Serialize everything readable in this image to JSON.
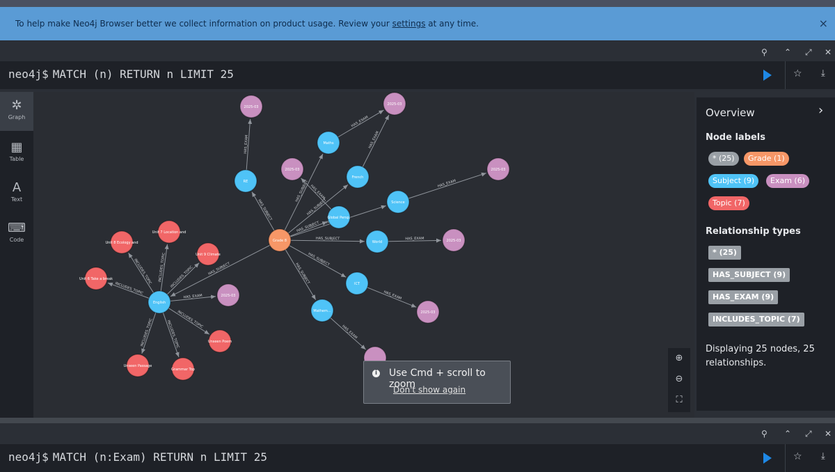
{
  "banner": {
    "text_before": "To help make Neo4j Browser better we collect information on product usage. Review your ",
    "link": "settings",
    "text_after": " at any time.",
    "close_icon": "×"
  },
  "frame1": {
    "prompt": "neo4j$",
    "query": "MATCH (n) RETURN n LIMIT 25",
    "controls": [
      "pin-icon",
      "collapse-icon",
      "expand-icon",
      "close-icon"
    ]
  },
  "frame2": {
    "prompt": "neo4j$",
    "query": "MATCH (n:Exam) RETURN n LIMIT 25"
  },
  "sidebar": {
    "items": [
      {
        "label": "Graph",
        "icon": "graph-icon",
        "glyph": "✲"
      },
      {
        "label": "Table",
        "icon": "table-icon",
        "glyph": "▦"
      },
      {
        "label": "Text",
        "icon": "text-icon",
        "glyph": "A"
      },
      {
        "label": "Code",
        "icon": "code-icon",
        "glyph": "⌨"
      }
    ]
  },
  "tooltip": {
    "message": "Use Cmd + scroll to zoom",
    "dismiss": "Don't show again"
  },
  "overview": {
    "title": "Overview",
    "node_labels_heading": "Node labels",
    "node_labels": [
      {
        "text": "* (25)",
        "color": "#9aa0a6"
      },
      {
        "text": "Grade (1)",
        "color": "#f79767"
      },
      {
        "text": "Subject (9)",
        "color": "#4fc3f7"
      },
      {
        "text": "Exam (6)",
        "color": "#c990c0"
      },
      {
        "text": "Topic (7)",
        "color": "#f16667"
      }
    ],
    "rel_types_heading": "Relationship types",
    "rel_types": [
      "* (25)",
      "HAS_SUBJECT (9)",
      "HAS_EXAM (9)",
      "INCLUDES_TOPIC (7)"
    ],
    "display_text": "Displaying 25 nodes, 25 relationships."
  },
  "colors": {
    "grade": "#f79767",
    "subject": "#4fc3f7",
    "exam": "#c990c0",
    "topic": "#f16667",
    "run": "#1e88e5"
  },
  "graph": {
    "nodes": [
      {
        "id": "g",
        "label": "Grade 8",
        "type": "grade"
      },
      {
        "id": "s1",
        "label": "Maths",
        "type": "subject"
      },
      {
        "id": "s2",
        "label": "RE",
        "type": "subject"
      },
      {
        "id": "s3",
        "label": "French",
        "type": "subject"
      },
      {
        "id": "s4",
        "label": "Science",
        "type": "subject"
      },
      {
        "id": "s5",
        "label": "Global Persp.",
        "type": "subject"
      },
      {
        "id": "s6",
        "label": "World",
        "type": "subject"
      },
      {
        "id": "s7",
        "label": "ICT",
        "type": "subject"
      },
      {
        "id": "s8",
        "label": "Mathem...",
        "type": "subject"
      },
      {
        "id": "s9",
        "label": "English",
        "type": "subject"
      },
      {
        "id": "e1",
        "label": "2025-03",
        "type": "exam"
      },
      {
        "id": "e2",
        "label": "2025-03",
        "type": "exam"
      },
      {
        "id": "e3",
        "label": "2025-03",
        "type": "exam"
      },
      {
        "id": "e4",
        "label": "2025-03",
        "type": "exam"
      },
      {
        "id": "e5",
        "label": "2025-03",
        "type": "exam"
      },
      {
        "id": "e6",
        "label": "2025-03",
        "type": "exam"
      },
      {
        "id": "e7",
        "label": "2025-03",
        "type": "exam"
      },
      {
        "id": "e8",
        "label": "",
        "type": "exam"
      },
      {
        "id": "t1",
        "label": "Unit 8 Ecology and",
        "type": "topic"
      },
      {
        "id": "t2",
        "label": "Unit 7 Location and",
        "type": "topic"
      },
      {
        "id": "t3",
        "label": "Unit 9 Climate",
        "type": "topic"
      },
      {
        "id": "t4",
        "label": "Unit 6 Take a break",
        "type": "topic"
      },
      {
        "id": "t5",
        "label": "Unseen Poem",
        "type": "topic"
      },
      {
        "id": "t6",
        "label": "Unseen Passage",
        "type": "topic"
      },
      {
        "id": "t7",
        "label": "Grammar Top",
        "type": "topic"
      }
    ],
    "edges": [
      {
        "from": "g",
        "to": "s1",
        "label": "HAS_SUBJECT"
      },
      {
        "from": "g",
        "to": "s2",
        "label": "HAS_SUBJECT"
      },
      {
        "from": "g",
        "to": "s3",
        "label": "HAS_SUBJECT"
      },
      {
        "from": "g",
        "to": "s4",
        "label": "HAS_SUBJECT"
      },
      {
        "from": "g",
        "to": "s5",
        "label": "HAS_SUBJECT"
      },
      {
        "from": "g",
        "to": "s6",
        "label": "HAS_SUBJECT"
      },
      {
        "from": "g",
        "to": "s7",
        "label": "HAS_SUBJECT"
      },
      {
        "from": "g",
        "to": "s8",
        "label": "HAS_SUBJECT"
      },
      {
        "from": "g",
        "to": "s9",
        "label": "HAS_SUBJECT"
      },
      {
        "from": "s2",
        "to": "e1",
        "label": "HAS_EXAM"
      },
      {
        "from": "s1",
        "to": "e2",
        "label": "HAS_EXAM"
      },
      {
        "from": "s3",
        "to": "e2",
        "label": "HAS_EXAM"
      },
      {
        "from": "s5",
        "to": "e3",
        "label": "HAS_EXAM"
      },
      {
        "from": "s4",
        "to": "e4",
        "label": "HAS_EXAM"
      },
      {
        "from": "s6",
        "to": "e5",
        "label": "HAS_EXAM"
      },
      {
        "from": "s7",
        "to": "e6",
        "label": "HAS_EXAM"
      },
      {
        "from": "s9",
        "to": "e7",
        "label": "HAS_EXAM"
      },
      {
        "from": "s8",
        "to": "e8",
        "label": "HAS_EXAM"
      },
      {
        "from": "s9",
        "to": "t1",
        "label": "INCLUDES_TOPIC"
      },
      {
        "from": "s9",
        "to": "t2",
        "label": "INCLUDES_TOPIC"
      },
      {
        "from": "s9",
        "to": "t3",
        "label": "INCLUDES_TOPIC"
      },
      {
        "from": "s9",
        "to": "t4",
        "label": "INCLUDES_TOPIC"
      },
      {
        "from": "s9",
        "to": "t5",
        "label": "INCLUDES_TOPIC"
      },
      {
        "from": "s9",
        "to": "t6",
        "label": "INCLUDES_TOPIC"
      },
      {
        "from": "s9",
        "to": "t7",
        "label": "INCLUDES_TOPIC"
      }
    ]
  }
}
